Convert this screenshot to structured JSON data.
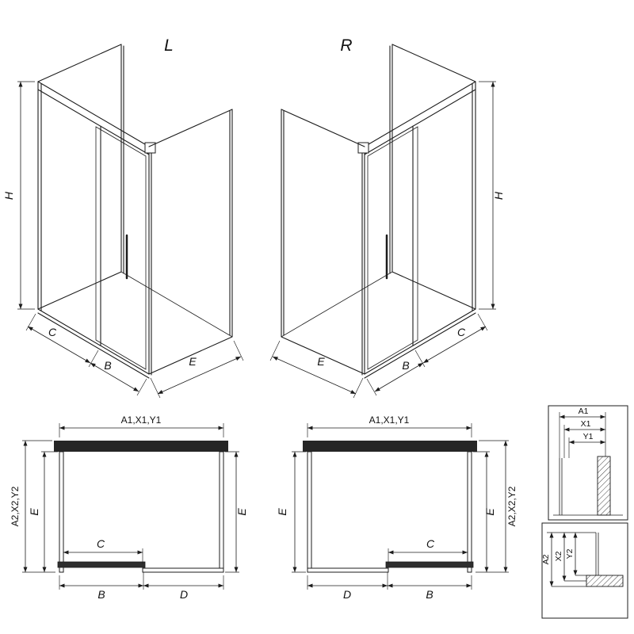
{
  "drawing": {
    "iso_left": {
      "label": "L",
      "dim_h": "H",
      "dim_c": "C",
      "dim_b": "B",
      "dim_e": "E"
    },
    "iso_right": {
      "label": "R",
      "dim_h": "H",
      "dim_c": "C",
      "dim_b": "B",
      "dim_e": "E"
    },
    "plan_left": {
      "dim_top": "A1,X1,Y1",
      "dim_side_outer": "A2,X2,Y2",
      "dim_e_left": "E",
      "dim_e_right": "E",
      "dim_c": "C",
      "dim_b": "B",
      "dim_d": "D"
    },
    "plan_right": {
      "dim_top": "A1,X1,Y1",
      "dim_side_outer": "A2,X2,Y2",
      "dim_e_left": "E",
      "dim_e_right": "E",
      "dim_c": "C",
      "dim_b": "B",
      "dim_d": "D"
    },
    "detail_top": {
      "dim_a1": "A1",
      "dim_x1": "X1",
      "dim_y1": "Y1"
    },
    "detail_bottom": {
      "dim_a2": "A2",
      "dim_x2": "X2",
      "dim_y2": "Y2"
    },
    "colors": {
      "line": "#1c1c1c",
      "wall": "#262626",
      "background": "#ffffff"
    }
  }
}
